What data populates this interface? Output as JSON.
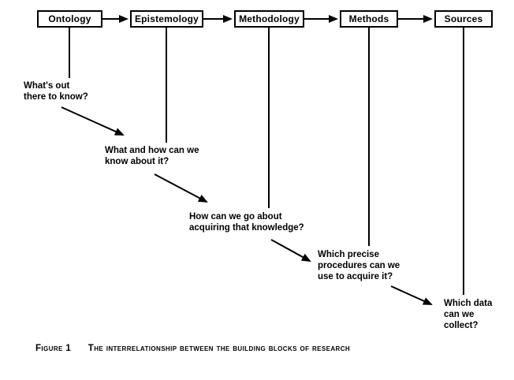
{
  "diagram": {
    "boxes": [
      {
        "label": "Ontology"
      },
      {
        "label": "Epistemology"
      },
      {
        "label": "Methodology"
      },
      {
        "label": "Methods"
      },
      {
        "label": "Sources"
      }
    ],
    "questions": [
      {
        "text": "What's out\nthere to know?"
      },
      {
        "text": "What and how can we\nknow about it?"
      },
      {
        "text": "How can we go about\nacquiring that knowledge?"
      },
      {
        "text": "Which precise\nprocedures can we\nuse to acquire it?"
      },
      {
        "text": "Which data\ncan we\ncollect?"
      }
    ],
    "caption": {
      "figure_label": "Figure 1",
      "text": "The interrelationship between the building blocks of research"
    },
    "colors": {
      "ink": "#000000",
      "background": "#ffffff"
    }
  }
}
